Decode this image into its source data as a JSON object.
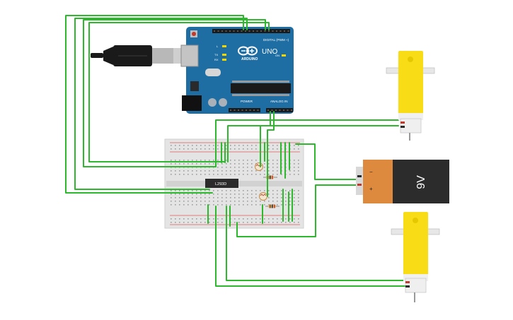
{
  "colors": {
    "wire": "#2eb82e",
    "arduino_board": "#1f6ea3",
    "breadboard": "#e4e4e4",
    "motor_body": "#f7dc16",
    "battery_label": "#de8a3e",
    "battery_body": "#2c2c2c"
  },
  "arduino": {
    "brand": "ARDUINO",
    "model": "UNO",
    "digital_label": "DIGITAL (PWM ~)",
    "power_label": "POWER",
    "analog_label": "ANALOG IN",
    "tx_label": "TX",
    "rx_label": "RX",
    "l_label": "L",
    "on_label": "ON"
  },
  "driver_chip": {
    "label": "L293D"
  },
  "battery": {
    "voltage_label": "9V",
    "minus_sign": "−",
    "plus_sign": "+"
  },
  "components": {
    "usb_cable": "usb-cable",
    "breadboard": "breadboard",
    "ldr_sensors": 2,
    "resistors": 2,
    "motors": 2
  }
}
